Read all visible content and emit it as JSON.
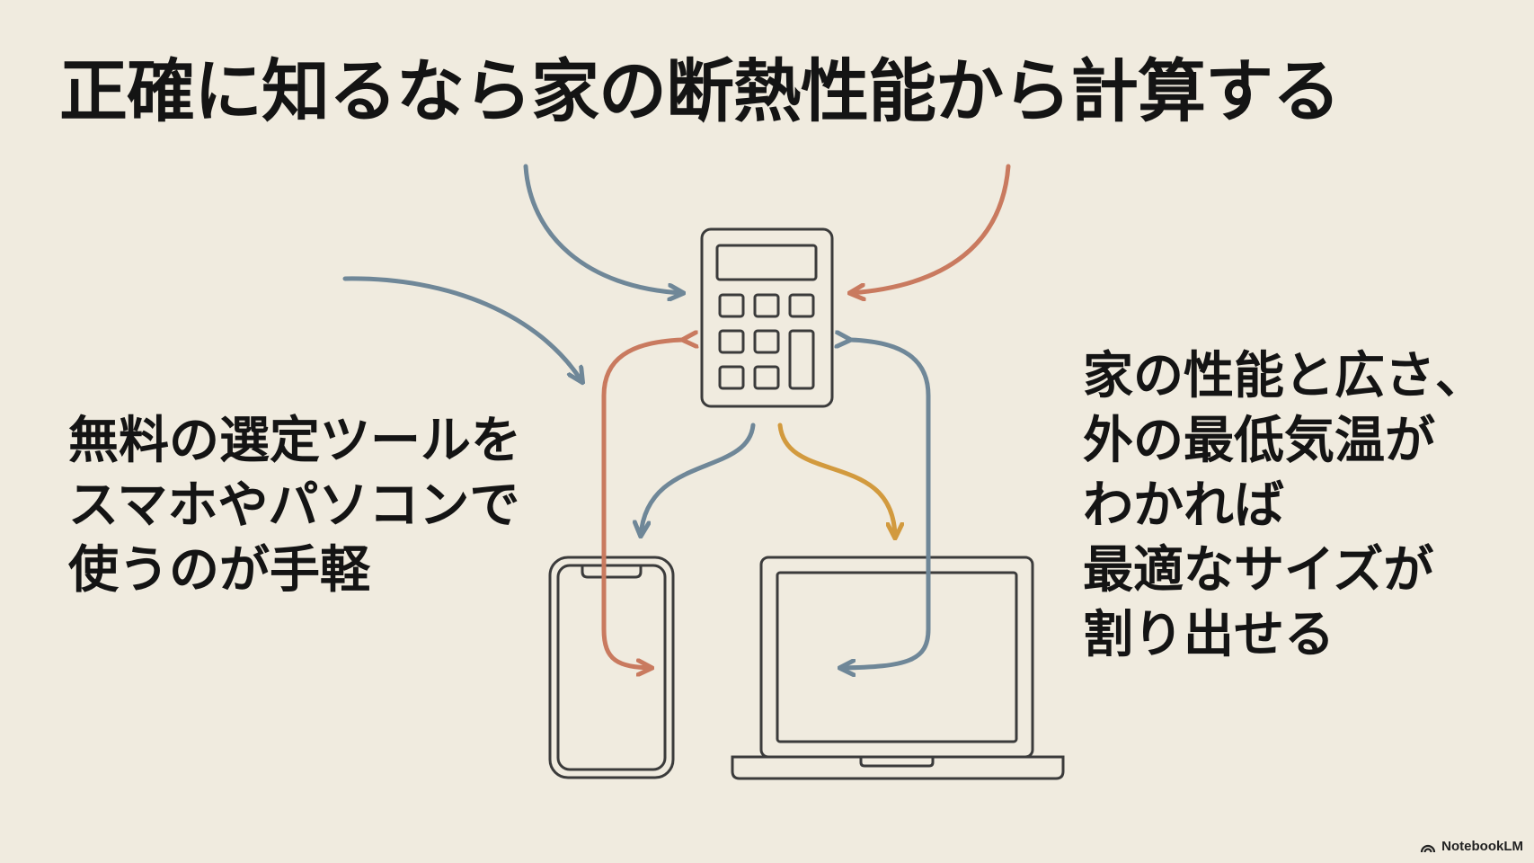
{
  "title": "正確に知るなら家の断熱性能から計算する",
  "left_text": {
    "lines": [
      "無料の選定ツールを",
      "スマホやパソコンで",
      "使うのが手軽"
    ]
  },
  "right_text": {
    "lines": [
      "家の性能と広さ、",
      "外の最低気温が",
      "わかれば",
      "最適なサイズが",
      "割り出せる"
    ]
  },
  "icons": {
    "calculator": "calculator-icon",
    "smartphone": "smartphone-icon",
    "laptop": "laptop-icon",
    "brand_logo": "notebooklm-logo-icon"
  },
  "colors": {
    "background": "#f0ebdf",
    "text": "#141414",
    "outline": "#3b3b3b",
    "arrow_blue": "#6f8798",
    "arrow_red": "#c97a5f",
    "arrow_gold": "#d29a3e"
  },
  "brand": {
    "label": "NotebookLM"
  }
}
